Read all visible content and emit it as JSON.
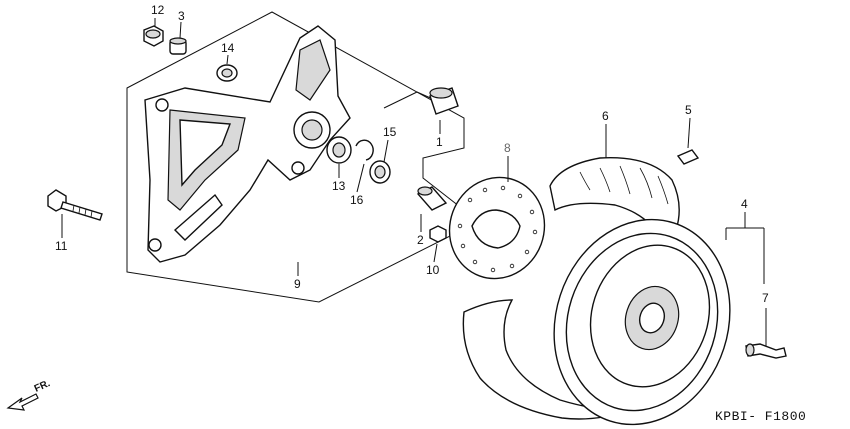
{
  "diagram": {
    "drawing_code": "KPBI- F1800",
    "direction_mark": "FR.",
    "callouts": [
      {
        "id": "c12",
        "text": "12"
      },
      {
        "id": "c3",
        "text": "3"
      },
      {
        "id": "c14",
        "text": "14"
      },
      {
        "id": "c1",
        "text": "1"
      },
      {
        "id": "c15",
        "text": "15"
      },
      {
        "id": "c13",
        "text": "13"
      },
      {
        "id": "c16",
        "text": "16"
      },
      {
        "id": "c11",
        "text": "11"
      },
      {
        "id": "c9",
        "text": "9"
      },
      {
        "id": "c2",
        "text": "2"
      },
      {
        "id": "c10",
        "text": "10"
      },
      {
        "id": "c8",
        "text": "8"
      },
      {
        "id": "c6",
        "text": "6"
      },
      {
        "id": "c5",
        "text": "5"
      },
      {
        "id": "c4",
        "text": "4"
      },
      {
        "id": "c7",
        "text": "7"
      }
    ]
  },
  "colors": {
    "line": "#111111",
    "part_fill": "#ffffff",
    "shade": "#d9d9d9",
    "muted_label": "#666666"
  }
}
